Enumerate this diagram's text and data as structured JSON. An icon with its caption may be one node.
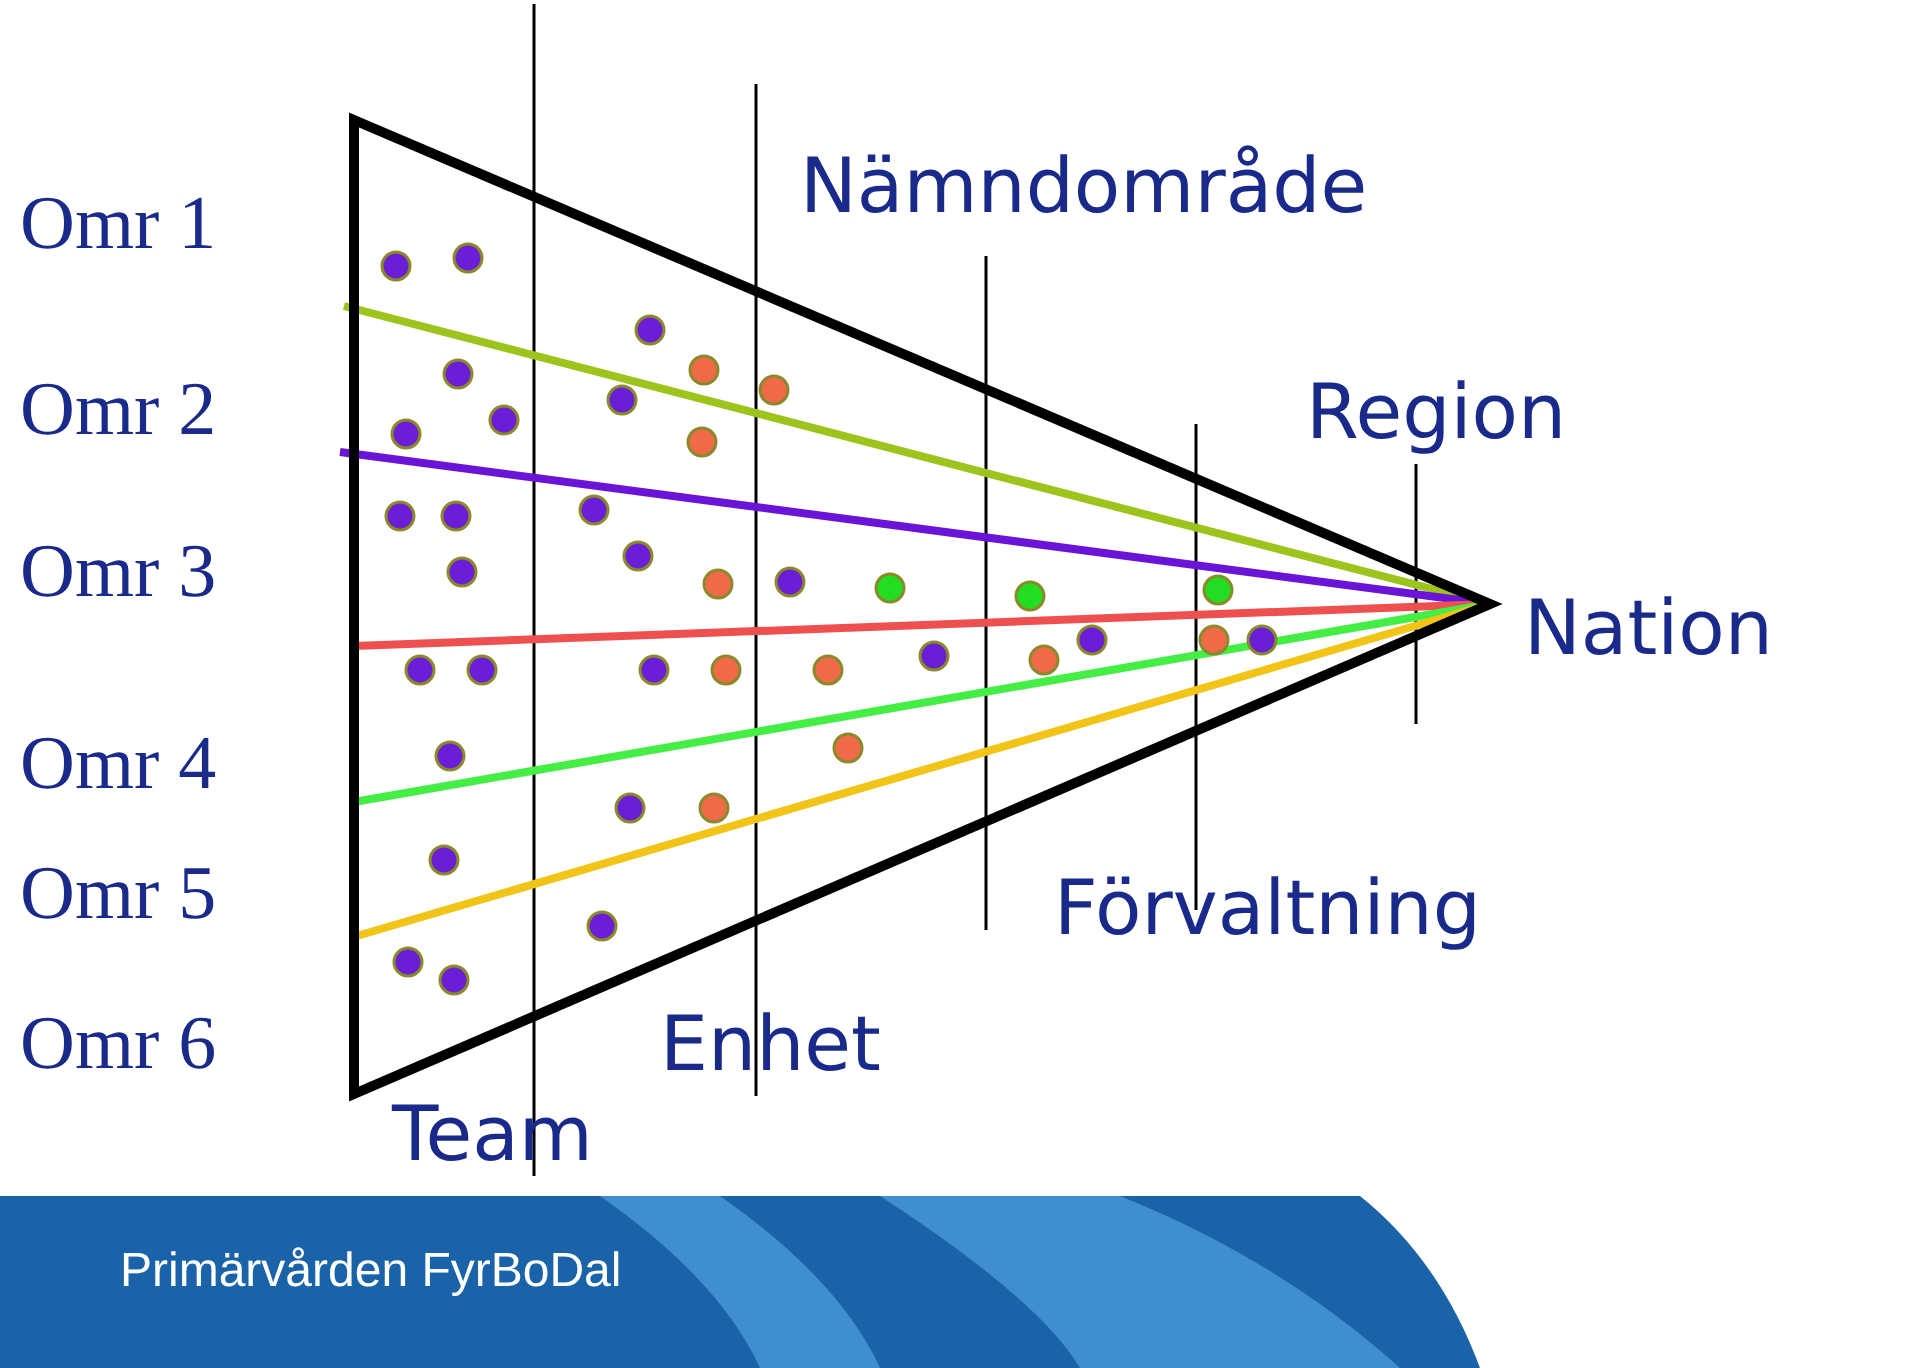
{
  "diagram": {
    "labels": [
      "Omr 1",
      "Nämndområde",
      "Omr 2",
      "Region",
      "Omr 3",
      "Nation",
      "Omr 4",
      "Omr 5",
      "Förvaltning",
      "Omr 6",
      "Enhet",
      "Team",
      "Primärvården FyrBoDal"
    ]
  }
}
